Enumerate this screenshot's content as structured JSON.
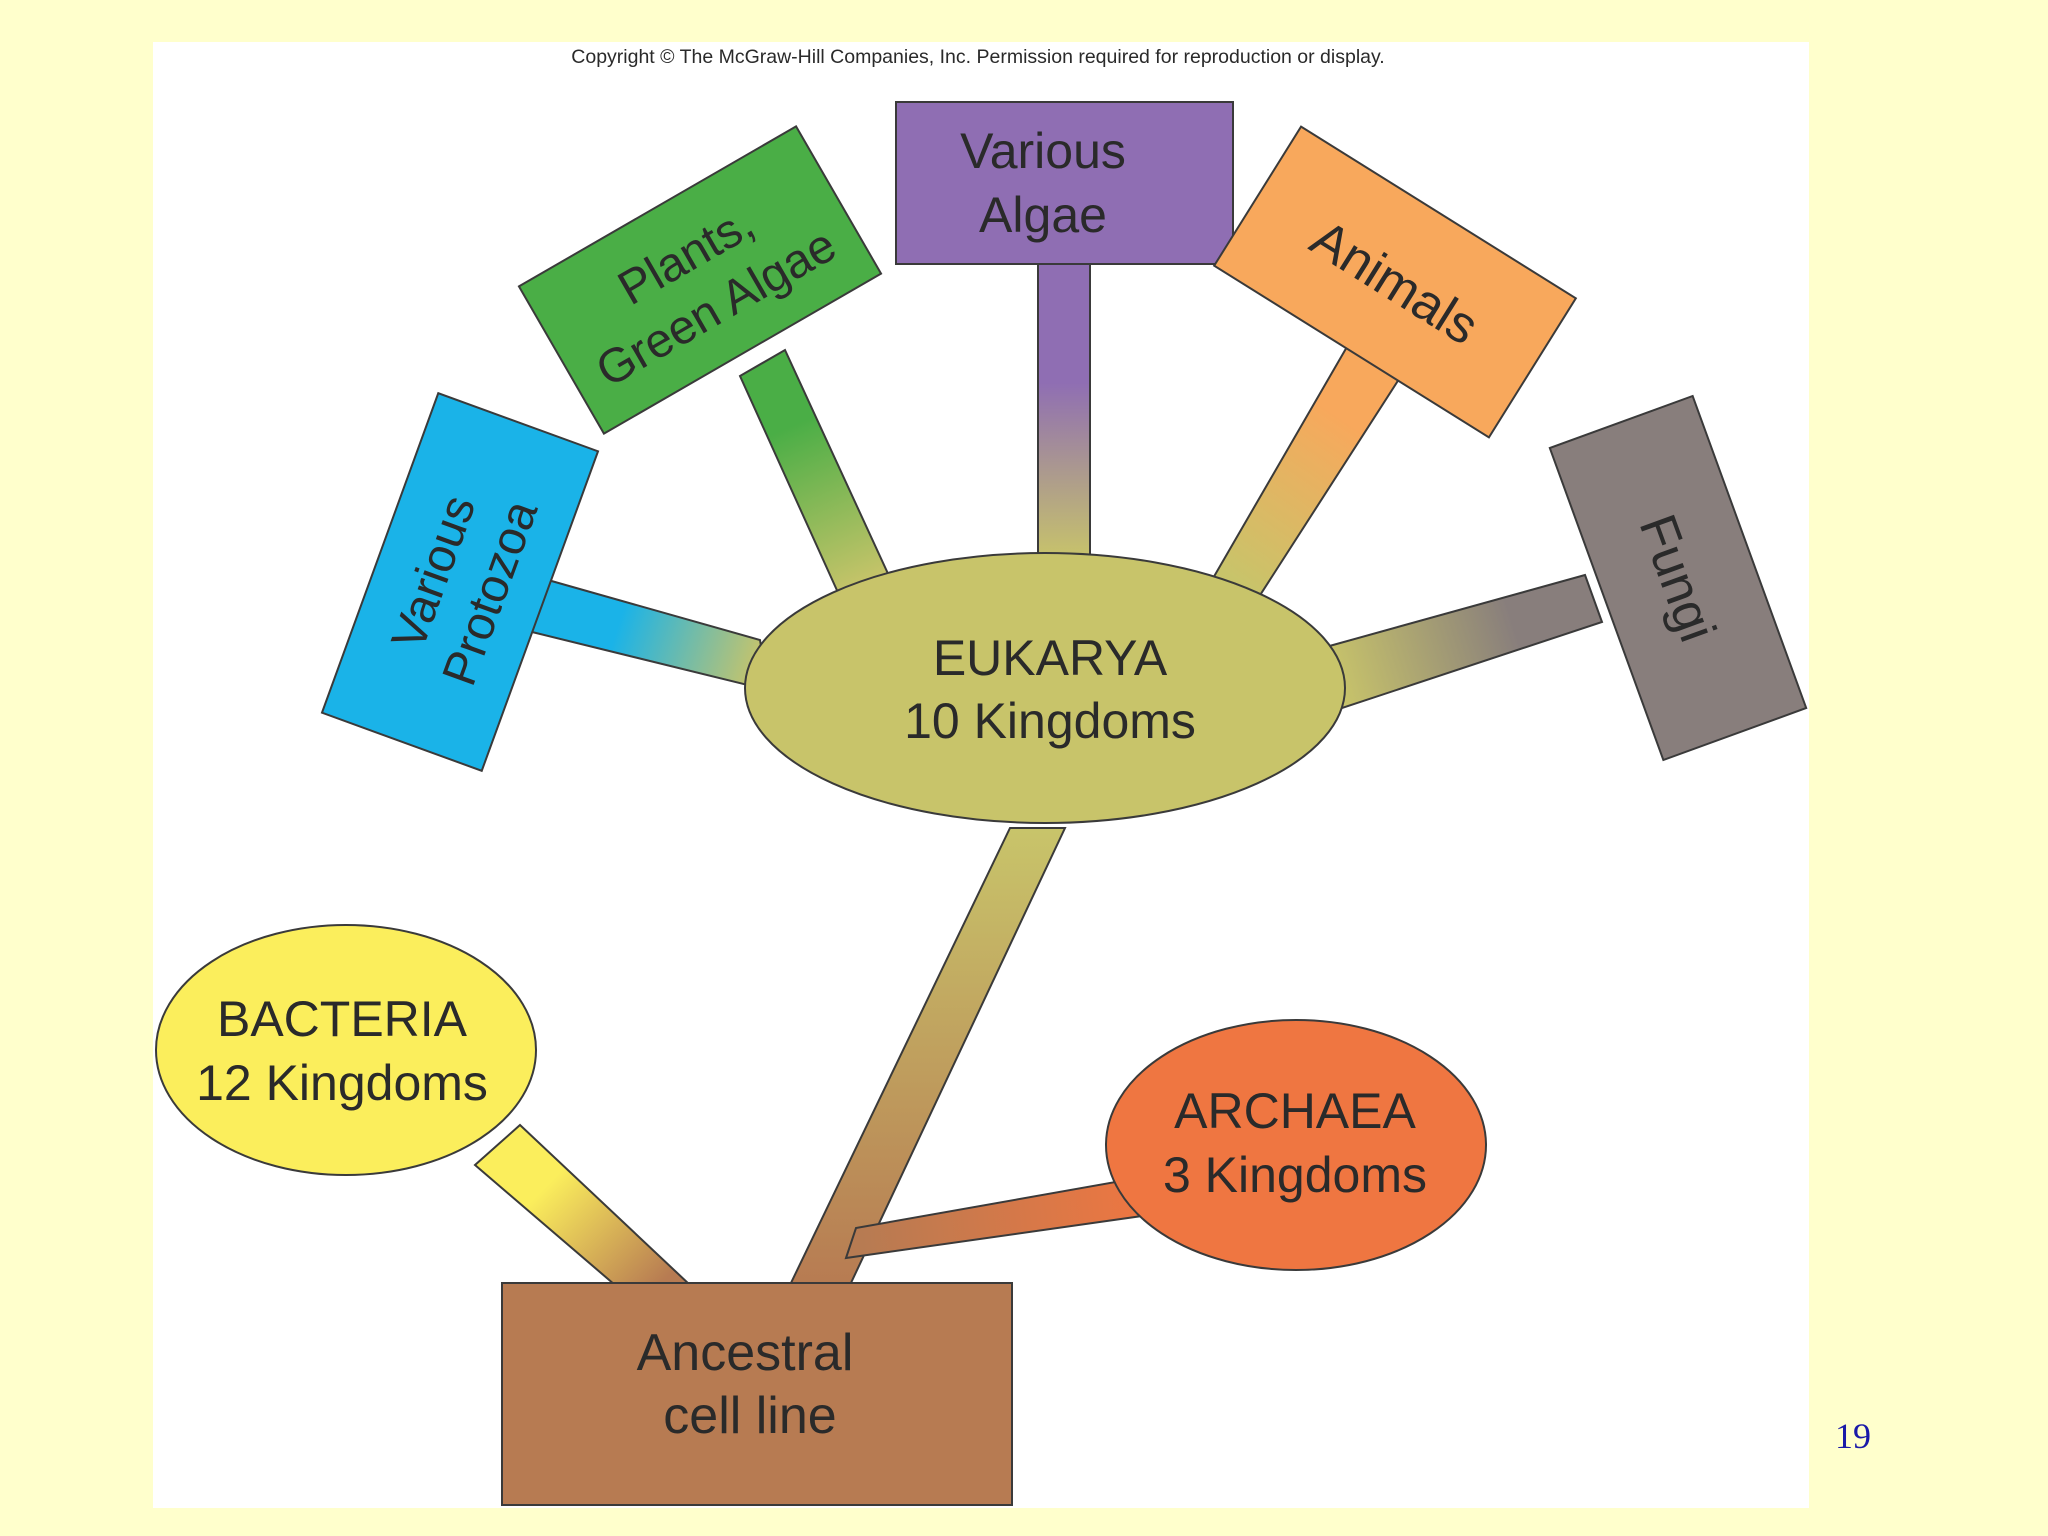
{
  "copyright": "Copyright © The McGraw-Hill Companies, Inc. Permission required for reproduction or display.",
  "slide_number": "19",
  "nodes": {
    "eukarya": {
      "line1": "EUKARYA",
      "line2": "10 Kingdoms"
    },
    "bacteria": {
      "line1": "BACTERIA",
      "line2": "12 Kingdoms"
    },
    "archaea": {
      "line1": "ARCHAEA",
      "line2": "3 Kingdoms"
    },
    "ancestral": {
      "line1": "Ancestral",
      "line2": "cell line"
    },
    "protozoa": {
      "line1": "Various",
      "line2": "Protozoa"
    },
    "plants": {
      "line1": "Plants,",
      "line2": "Green Algae"
    },
    "algae": {
      "line1": "Various",
      "line2": "Algae"
    },
    "animals": {
      "line1": "Animals"
    },
    "fungi": {
      "line1": "Fungi"
    }
  },
  "colors": {
    "background": "#ffffcc",
    "panel": "#ffffff",
    "eukarya": "#c8c46a",
    "bacteria": "#fbee5c",
    "archaea": "#ef7641",
    "ancestral": "#b77b52",
    "protozoa": "#1ab3e8",
    "plants": "#4aae46",
    "algae": "#8f6eb3",
    "animals": "#f8a85c",
    "fungi": "#887e7c",
    "slide_number": "#1a1aa8"
  }
}
